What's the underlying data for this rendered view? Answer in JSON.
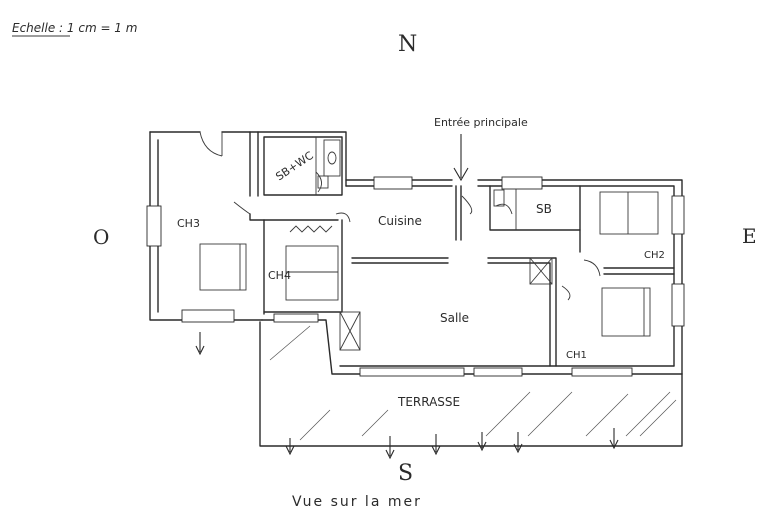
{
  "scale_label": "Echelle : 1 cm = 1 m",
  "compass": {
    "north": "N",
    "south": "S",
    "east": "E",
    "west": "O"
  },
  "entrance_label": "Entrée principale",
  "rooms": {
    "sb_wc": "SB+WC",
    "cuisine": "Cuisine",
    "sb": "SB",
    "ch3": "CH3",
    "ch4": "CH4",
    "ch2": "CH2",
    "ch1": "CH1",
    "salle": "Salle",
    "terrasse": "TERRASSE"
  },
  "sea_view_label": "Vue sur la mer"
}
